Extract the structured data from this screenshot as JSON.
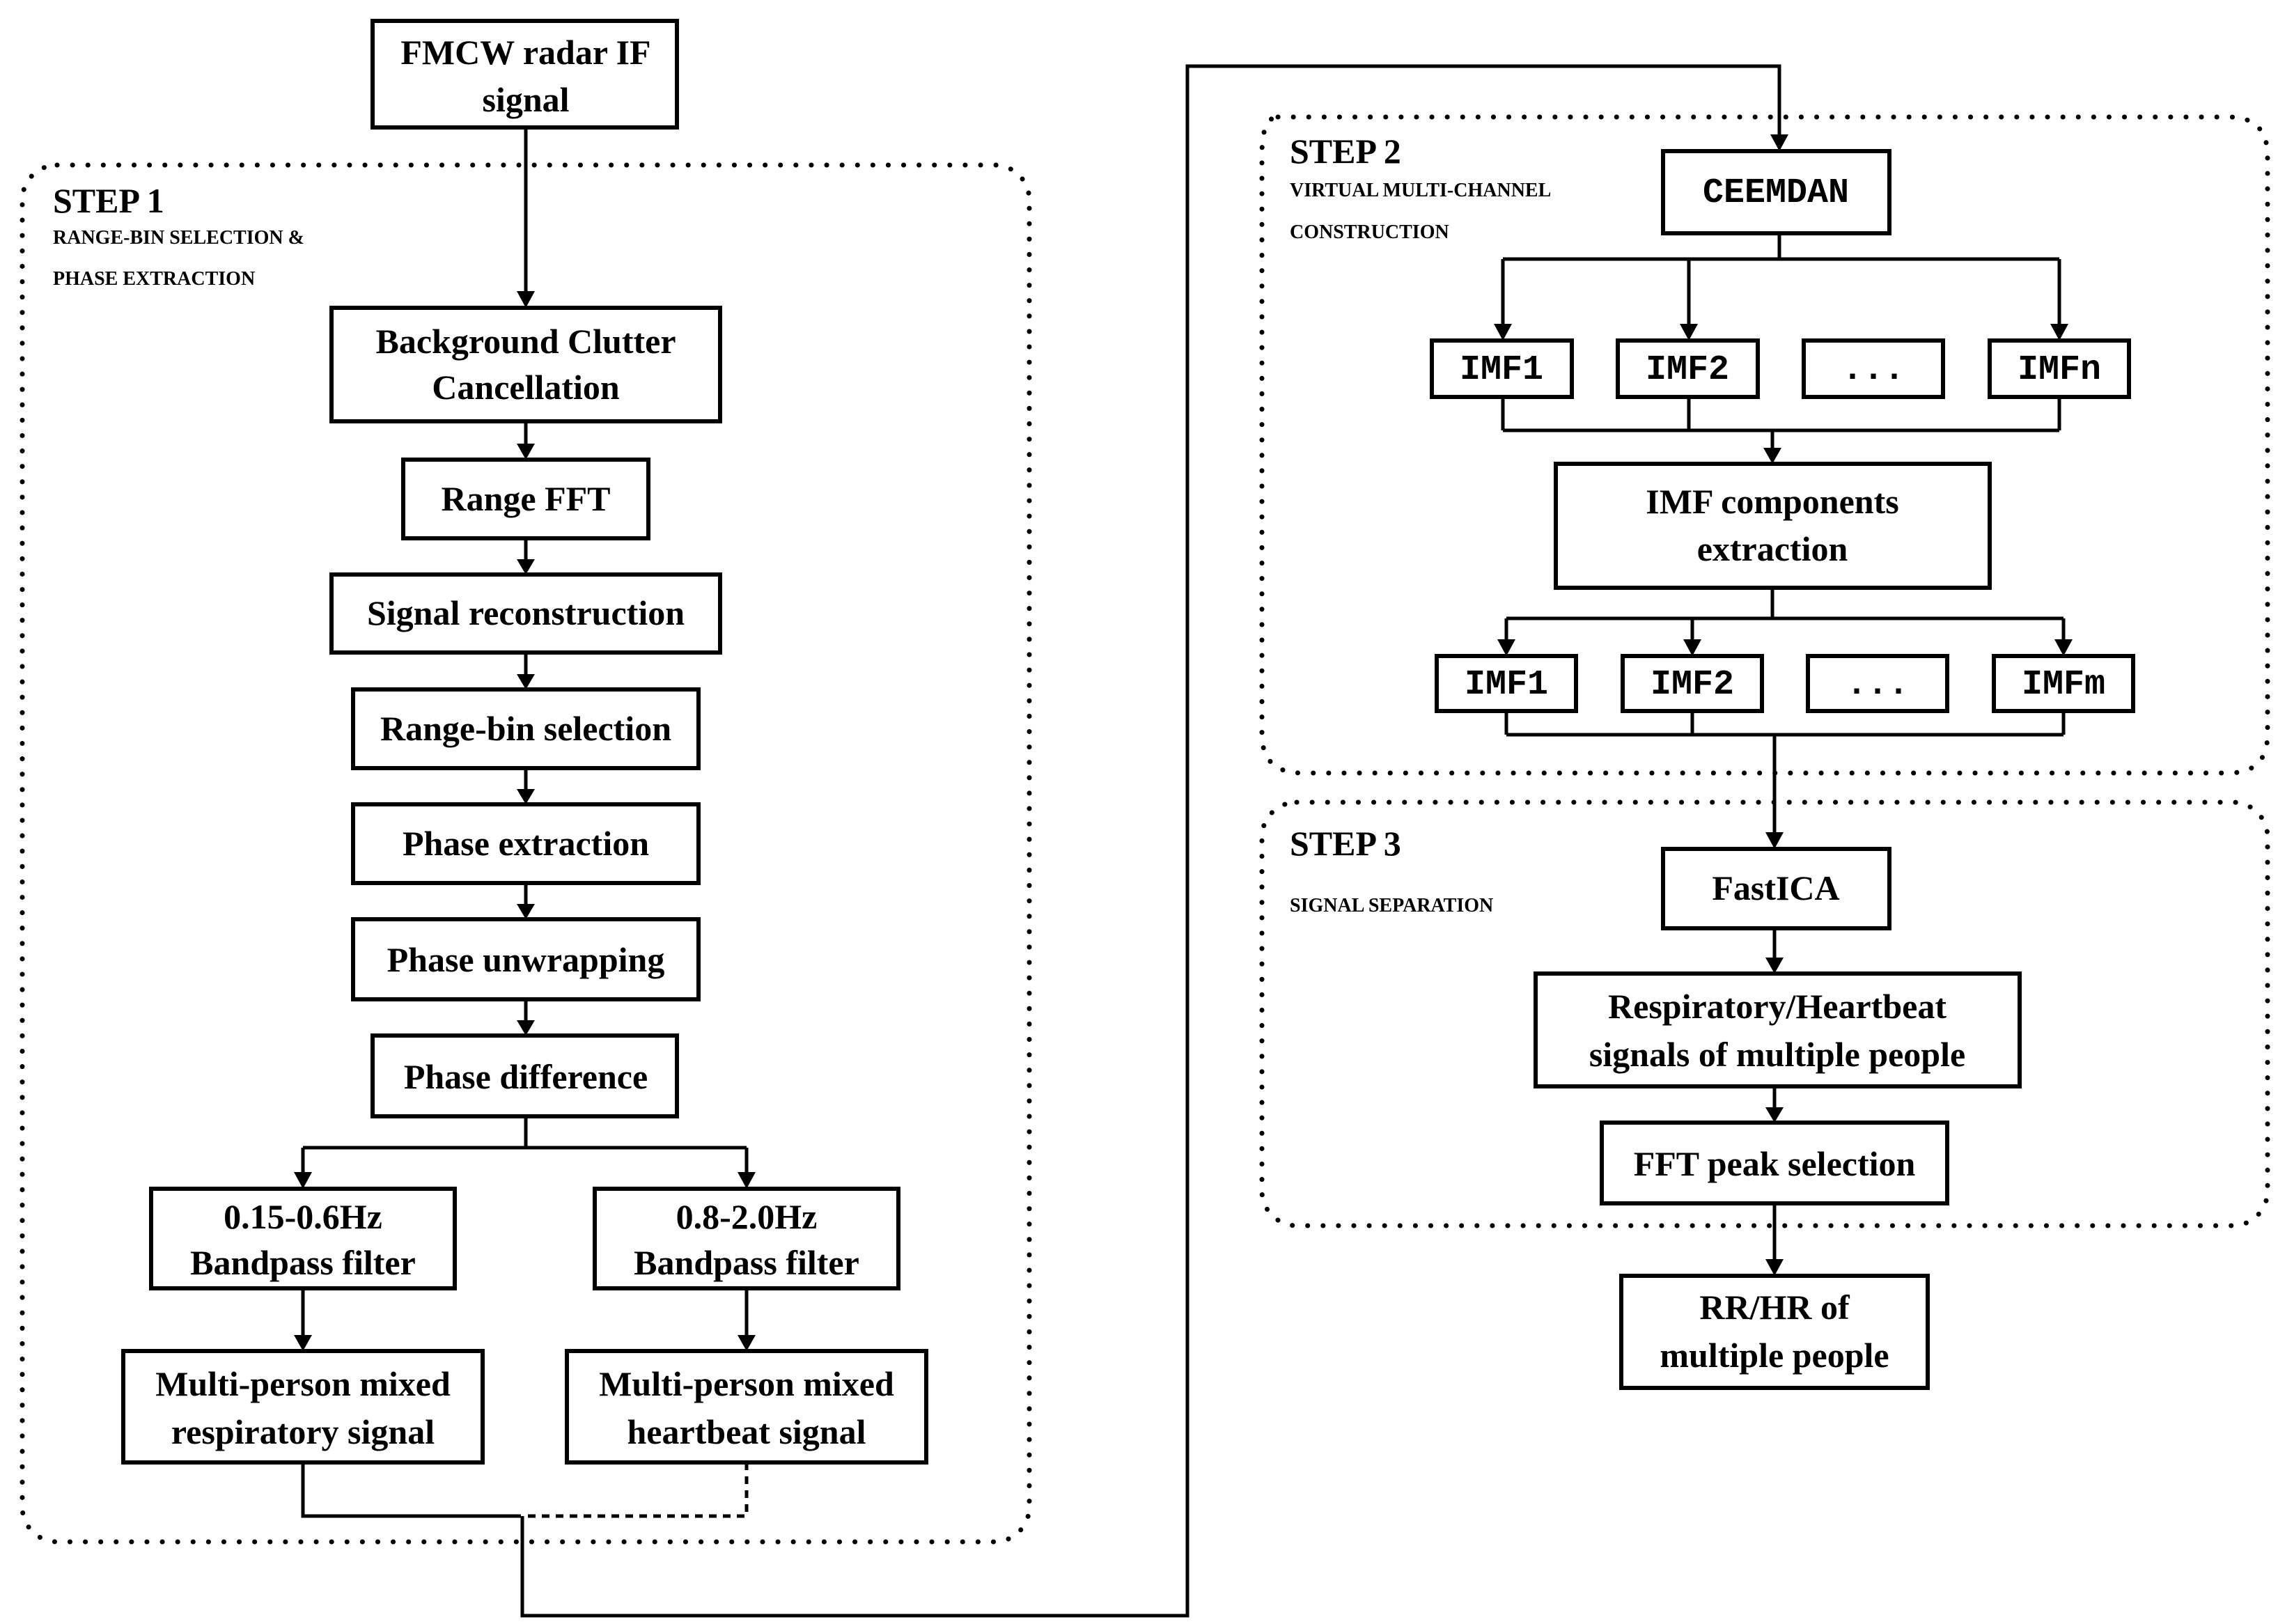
{
  "steps": {
    "step1": {
      "title": "STEP 1",
      "subtitle_line1": "RANGE-BIN SELECTION &",
      "subtitle_line2": "PHASE EXTRACTION"
    },
    "step2": {
      "title": "STEP 2",
      "subtitle_line1": "VIRTUAL MULTI-CHANNEL",
      "subtitle_line2": "CONSTRUCTION"
    },
    "step3": {
      "title": "STEP 3",
      "subtitle_line1": "SIGNAL SEPARATION"
    }
  },
  "nodes": {
    "input": {
      "line1": "FMCW radar IF",
      "line2": "signal"
    },
    "background": {
      "line1": "Background Clutter",
      "line2": "Cancellation"
    },
    "range_fft": {
      "label": "Range FFT"
    },
    "signal_reconstruction": {
      "label": "Signal reconstruction"
    },
    "range_bin": {
      "label": "Range-bin selection"
    },
    "phase_extraction": {
      "label": "Phase extraction"
    },
    "phase_unwrapping": {
      "label": "Phase unwrapping"
    },
    "phase_difference": {
      "label": "Phase difference"
    },
    "bp_resp": {
      "line1": "0.15-0.6Hz",
      "line2": "Bandpass filter"
    },
    "bp_heart": {
      "line1": "0.8-2.0Hz",
      "line2": "Bandpass filter"
    },
    "mixed_resp": {
      "line1": "Multi-person mixed",
      "line2": "respiratory signal"
    },
    "mixed_heart": {
      "line1": "Multi-person mixed",
      "line2": "heartbeat signal"
    },
    "ceemdan": {
      "label": "CEEMDAN"
    },
    "imf_row1": [
      "IMF1",
      "IMF2",
      "...",
      "IMFn"
    ],
    "imf_extraction": {
      "line1": "IMF components",
      "line2": "extraction"
    },
    "imf_row2": [
      "IMF1",
      "IMF2",
      "...",
      "IMFm"
    ],
    "fastica": {
      "label": "FastICA"
    },
    "resp_heart": {
      "line1": "Respiratory/Heartbeat",
      "line2": "signals of multiple people"
    },
    "fft_peak": {
      "label": "FFT peak selection"
    },
    "output": {
      "line1": "RR/HR of",
      "line2": "multiple people"
    }
  }
}
